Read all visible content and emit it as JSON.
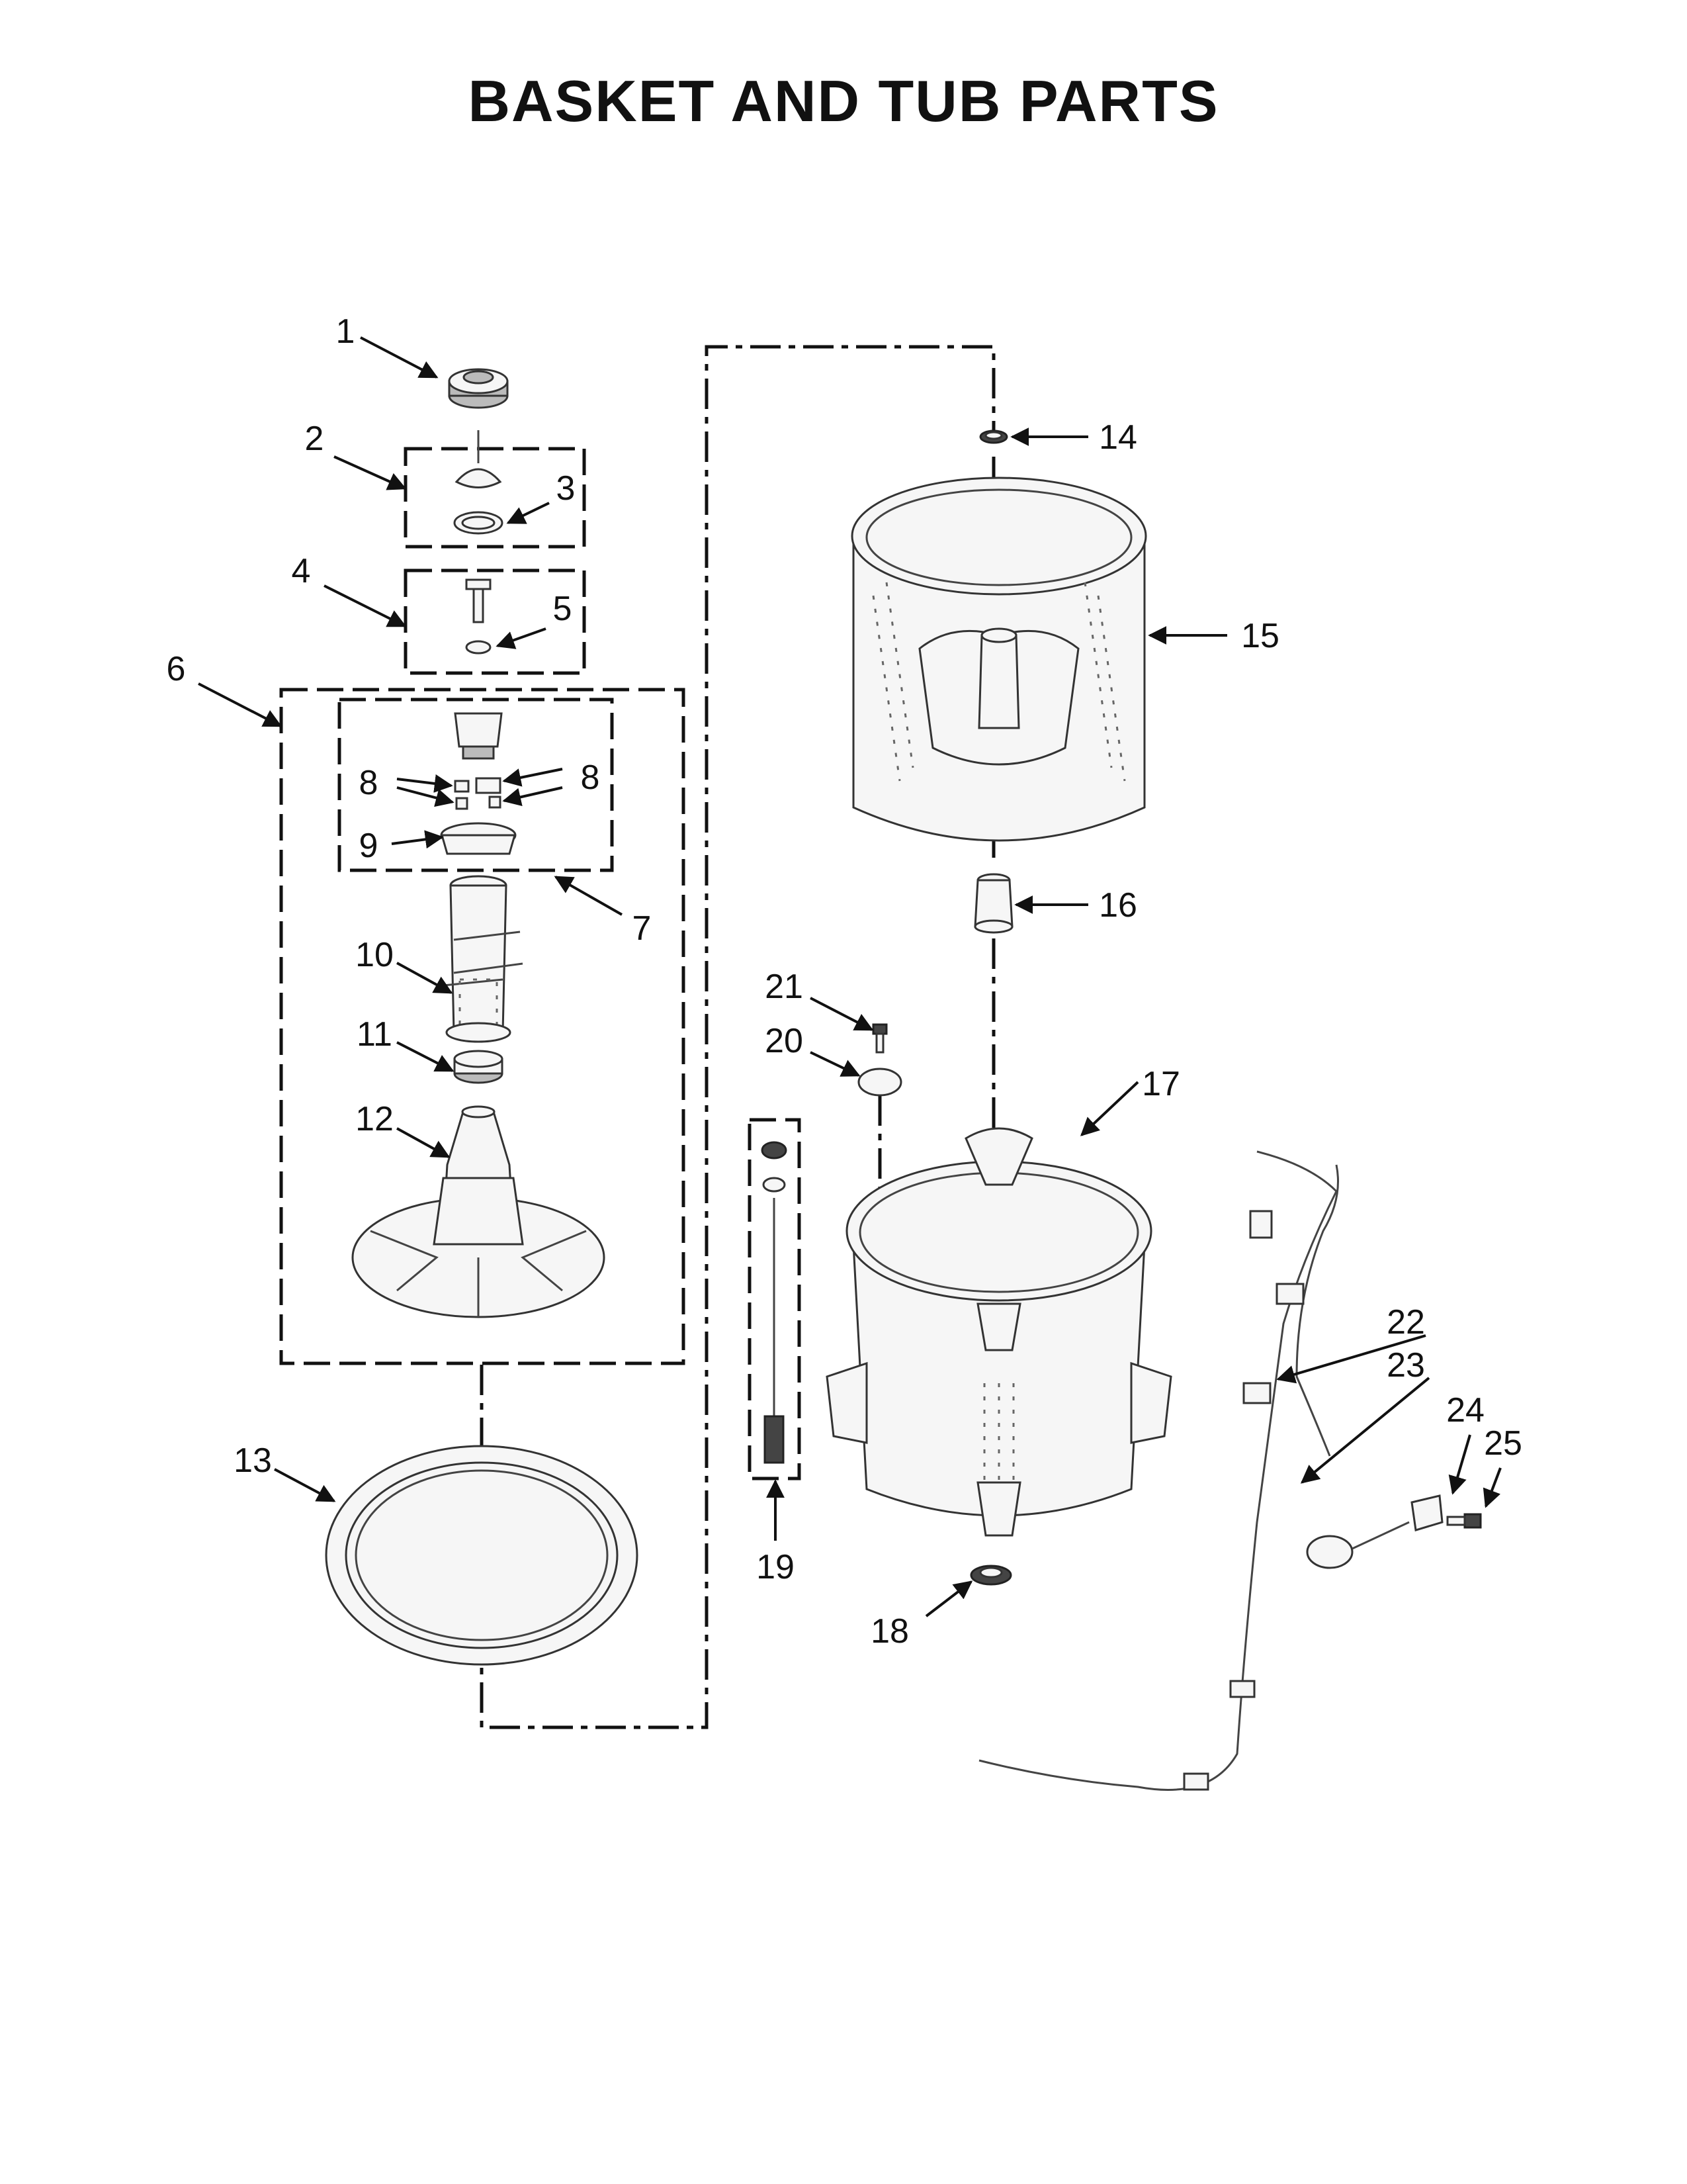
{
  "title": "BASKET AND TUB PARTS",
  "callouts": {
    "c1": "1",
    "c2": "2",
    "c3": "3",
    "c4": "4",
    "c5": "5",
    "c6": "6",
    "c7": "7",
    "c8a": "8",
    "c8b": "8",
    "c9": "9",
    "c10": "10",
    "c11": "11",
    "c12": "12",
    "c13": "13",
    "c14": "14",
    "c15": "15",
    "c16": "16",
    "c17": "17",
    "c18": "18",
    "c19": "19",
    "c20": "20",
    "c21": "21",
    "c22": "22",
    "c23": "23",
    "c24": "24",
    "c25": "25"
  }
}
